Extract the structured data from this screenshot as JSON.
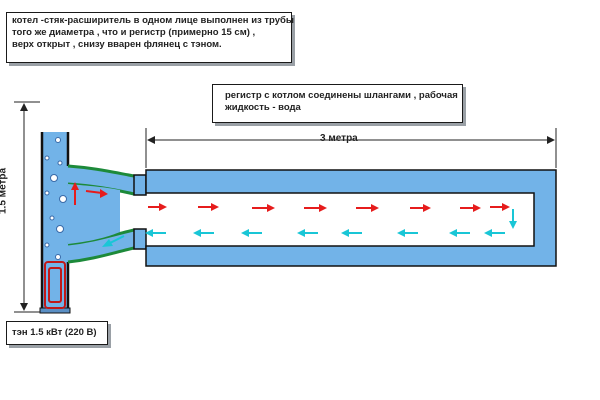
{
  "notes": {
    "boiler": [
      "котел -стяк-расширитель в одном лице выполнен из трубы",
      "того же диаметра , что и  регистр          (примерно 15 см) ,",
      "верх открыт , снизу вварен флянец с тэном."
    ],
    "register": [
      "регистр с котлом соединены шлангами , рабочая",
      "жидкость - вода"
    ],
    "heater": "тэн 1.5 кВт (220 В)"
  },
  "dimensions": {
    "height": "1.5 метра",
    "length": "3 метра"
  },
  "colors": {
    "water": "#72b3e8",
    "hose": "#1d8a3a",
    "hot_flow": "#e61c1c",
    "cold_flow": "#19c6d6",
    "heater": "#c01818"
  },
  "icons": [
    "flow-arrow-hot",
    "flow-arrow-cold",
    "air-bubble",
    "heating-element"
  ]
}
